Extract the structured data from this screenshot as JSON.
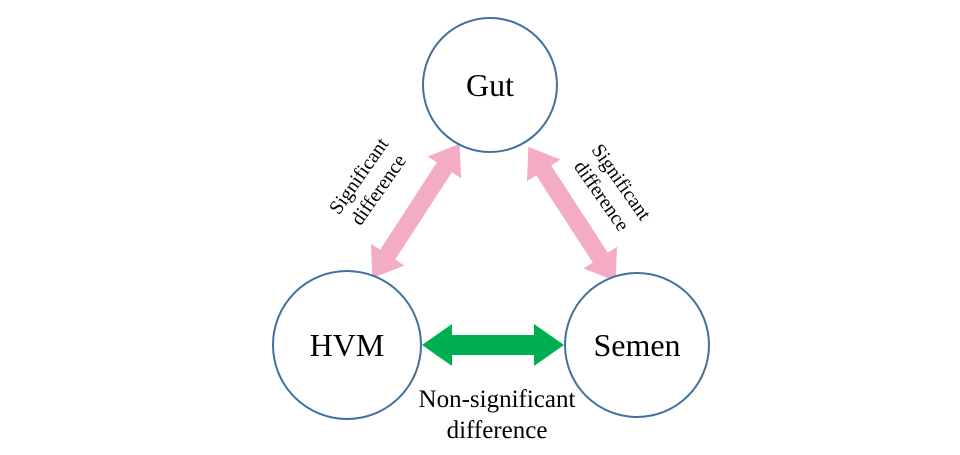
{
  "diagram": {
    "nodes": [
      {
        "id": "gut",
        "label": "Gut"
      },
      {
        "id": "hvm",
        "label": "HVM"
      },
      {
        "id": "semen",
        "label": "Semen"
      }
    ],
    "edges": [
      {
        "from": "Gut",
        "to": "HVM",
        "type": "significant",
        "label": "Significant\ndifference"
      },
      {
        "from": "Gut",
        "to": "Semen",
        "type": "significant",
        "label": "Significant\ndifference"
      },
      {
        "from": "HVM",
        "to": "Semen",
        "type": "non-significant",
        "label": "Non-significant\ndifference"
      }
    ]
  },
  "colors": {
    "significant_arrow": "#F4ACC4",
    "non_significant_arrow": "#00B050",
    "node_border": "#41719C",
    "label_text": "#000000"
  }
}
